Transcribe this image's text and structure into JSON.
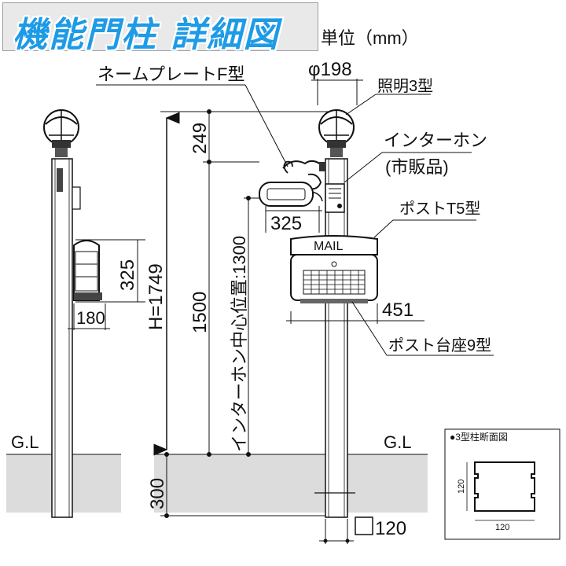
{
  "title": "機能門柱 詳細図",
  "unit": "単位（mm）",
  "labels": {
    "nameplate": "ネームプレートF型",
    "diameter": "φ198",
    "light": "照明3型",
    "intercom_line1": "インターホン",
    "intercom_line2": "(市販品)",
    "post": "ポストT5型",
    "mail": "MAIL",
    "post_base": "ポスト台座9型",
    "gl_left": "G.L",
    "gl_right": "G.L",
    "section_title": "●3型柱断面図"
  },
  "dimensions": {
    "top_gap": "249",
    "nameplate_width": "325",
    "post_side_height": "325",
    "post_side_depth": "180",
    "total_height": "H=1749",
    "post_height": "1500",
    "intercom_center": "インターホン中心位置:1300",
    "post_width": "451",
    "embed_depth": "300",
    "column_size": "120",
    "section_height": "120",
    "section_width": "120"
  },
  "colors": {
    "title_blue": "#1e9be6",
    "ground_fill": "#dcdcdc",
    "line": "#111111"
  }
}
